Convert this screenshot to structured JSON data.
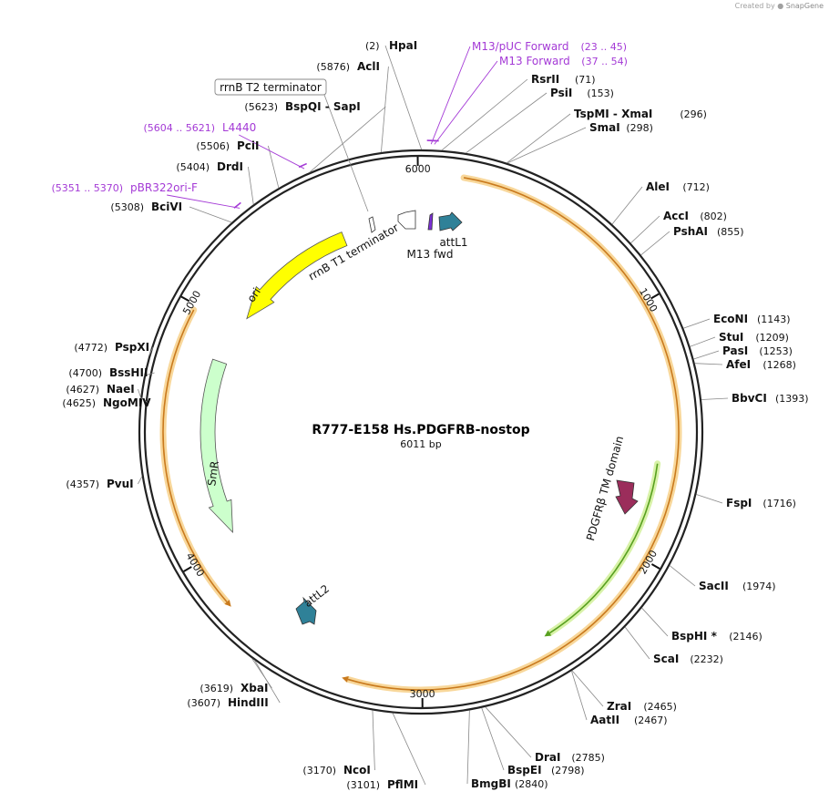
{
  "credit": {
    "prefix": "Created by",
    "brand": "SnapGene"
  },
  "plasmid": {
    "name": "R777-E158 Hs.PDGFRB-nostop",
    "length_label": "6011 bp",
    "length": 6011
  },
  "ticks": [
    {
      "pos": 6000,
      "label": "6000"
    },
    {
      "pos": 1000,
      "label": "1000"
    },
    {
      "pos": 2000,
      "label": "2000"
    },
    {
      "pos": 3000,
      "label": "3000"
    },
    {
      "pos": 4000,
      "label": "4000"
    },
    {
      "pos": 5000,
      "label": "5000"
    }
  ],
  "enzymes_right": [
    {
      "name": "HpaI",
      "pos": "(2)",
      "bp": 2
    },
    {
      "name": "RsrII",
      "pos": "(71)",
      "bp": 71
    },
    {
      "name": "PsiI",
      "pos": "(153)",
      "bp": 153
    },
    {
      "name": "TspMI",
      "sep": "-",
      "name2": "XmaI",
      "pos": "(296)",
      "bp": 296
    },
    {
      "name": "SmaI",
      "pos": "(298)",
      "bp": 298
    },
    {
      "name": "AleI",
      "pos": "(712)",
      "bp": 712
    },
    {
      "name": "AccI",
      "pos": "(802)",
      "bp": 802
    },
    {
      "name": "PshAI",
      "pos": "(855)",
      "bp": 855
    },
    {
      "name": "EcoNI",
      "pos": "(1143)",
      "bp": 1143
    },
    {
      "name": "StuI",
      "pos": "(1209)",
      "bp": 1209
    },
    {
      "name": "PasI",
      "pos": "(1253)",
      "bp": 1253
    },
    {
      "name": "AfeI",
      "pos": "(1268)",
      "bp": 1268
    },
    {
      "name": "BbvCI",
      "pos": "(1393)",
      "bp": 1393
    },
    {
      "name": "FspI",
      "pos": "(1716)",
      "bp": 1716
    },
    {
      "name": "SacII",
      "pos": "(1974)",
      "bp": 1974
    },
    {
      "name": "BspHI",
      "star": "*",
      "pos": "(2146)",
      "bp": 2146
    },
    {
      "name": "ScaI",
      "pos": "(2232)",
      "bp": 2232
    },
    {
      "name": "ZraI",
      "pos": "(2465)",
      "bp": 2465
    },
    {
      "name": "AatII",
      "pos": "(2467)",
      "bp": 2467
    },
    {
      "name": "DraI",
      "pos": "(2785)",
      "bp": 2785
    },
    {
      "name": "BspEI",
      "pos": "(2798)",
      "bp": 2798
    },
    {
      "name": "BmgBI",
      "pos": "(2840)",
      "bp": 2840
    }
  ],
  "enzymes_left": [
    {
      "name": "AclI",
      "pos": "(5876)",
      "bp": 5876
    },
    {
      "name": "BspQI",
      "sep": "-",
      "name2": "SapI",
      "pos": "(5623)",
      "bp": 5623
    },
    {
      "name": "PciI",
      "pos": "(5506)",
      "bp": 5506
    },
    {
      "name": "DrdI",
      "pos": "(5404)",
      "bp": 5404
    },
    {
      "name": "BciVI",
      "pos": "(5308)",
      "bp": 5308
    },
    {
      "name": "PspXI",
      "pos": "(4772)",
      "bp": 4772
    },
    {
      "name": "BssHII",
      "pos": "(4700)",
      "bp": 4700
    },
    {
      "name": "NaeI",
      "pos": "(4627)",
      "bp": 4627
    },
    {
      "name": "NgoMIV",
      "pos": "(4625)",
      "bp": 4625
    },
    {
      "name": "PvuI",
      "pos": "(4357)",
      "bp": 4357
    },
    {
      "name": "XbaI",
      "pos": "(3619)",
      "bp": 3619
    },
    {
      "name": "HindIII",
      "pos": "(3607)",
      "bp": 3607
    },
    {
      "name": "NcoI",
      "pos": "(3170)",
      "bp": 3170
    },
    {
      "name": "PflMI",
      "pos": "(3101)",
      "bp": 3101
    }
  ],
  "primers": [
    {
      "name": "M13/pUC Forward",
      "range": "(23 .. 45)",
      "bp": 34
    },
    {
      "name": "M13 Forward",
      "range": "(37 .. 54)",
      "bp": 45
    },
    {
      "name": "L4440",
      "range": "(5604 .. 5621)",
      "bp": 5612
    },
    {
      "name": "pBR322ori-F",
      "range": "(5351 .. 5370)",
      "bp": 5360
    }
  ],
  "boxed_feature": {
    "name": "rrnB T2 terminator",
    "bp": 5790
  },
  "features": [
    {
      "name": "ori",
      "type": "arrow",
      "color": "#ffff00",
      "start": 5650,
      "end": 5060,
      "direction": "ccw"
    },
    {
      "name": "SmR",
      "type": "arrow",
      "color": "#ccffcc",
      "start": 4830,
      "end": 4040,
      "direction": "ccw"
    },
    {
      "name": "attL1",
      "type": "small-arrow",
      "color": "#2f8198"
    },
    {
      "name": "attL2",
      "type": "small-arrow",
      "color": "#2f8198"
    },
    {
      "name": "M13 fwd",
      "type": "small-arrow",
      "color": "#7b2fd6"
    },
    {
      "name": "rrnB T1 terminator",
      "type": "small-arrow",
      "color": "#ffffff"
    },
    {
      "name": "PDGFRβ TM domain",
      "type": "small-arrow",
      "color": "#9b2d5b"
    }
  ],
  "orfs": [
    {
      "name": "orf-outer-right",
      "start": 160,
      "end": 3280,
      "color": "#c97a1e",
      "direction": "cw"
    },
    {
      "name": "orf-left",
      "start": 4980,
      "end": 3820,
      "color": "#c97a1e",
      "direction": "ccw"
    },
    {
      "name": "gene-insert",
      "start": 1630,
      "end": 2460,
      "color": "#58a020",
      "direction": "cw"
    }
  ]
}
